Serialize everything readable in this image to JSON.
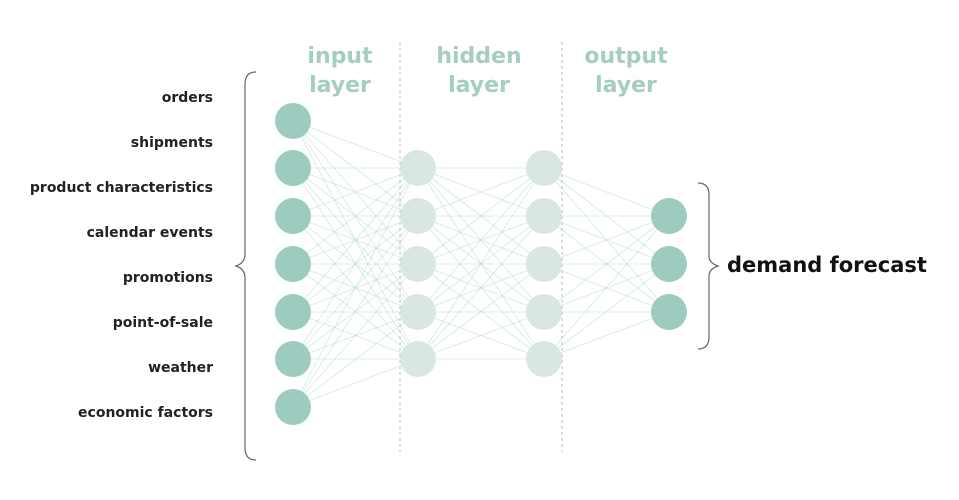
{
  "layers": [
    {
      "title_line1": "input",
      "title_line2": "layer",
      "node_count": 7
    },
    {
      "title_line1": "hidden",
      "title_line2": "layer",
      "node_count": 5
    },
    {
      "title_line1": "output",
      "title_line2": "layer",
      "node_count": 3
    }
  ],
  "hidden_columns": 2,
  "input_labels": [
    "orders",
    "shipments",
    "product characteristics",
    "calendar events",
    "promotions",
    "point-of-sale",
    "weather",
    "economic factors"
  ],
  "output_label": "demand forecast",
  "colors": {
    "input_node": "#9ecbbf",
    "hidden_node": "#dae6e2",
    "output_node": "#9ecbbf",
    "edge": "#a9d8cb",
    "title": "#a4cdc3",
    "divider": "#bbbbbb",
    "brace": "#666666"
  }
}
